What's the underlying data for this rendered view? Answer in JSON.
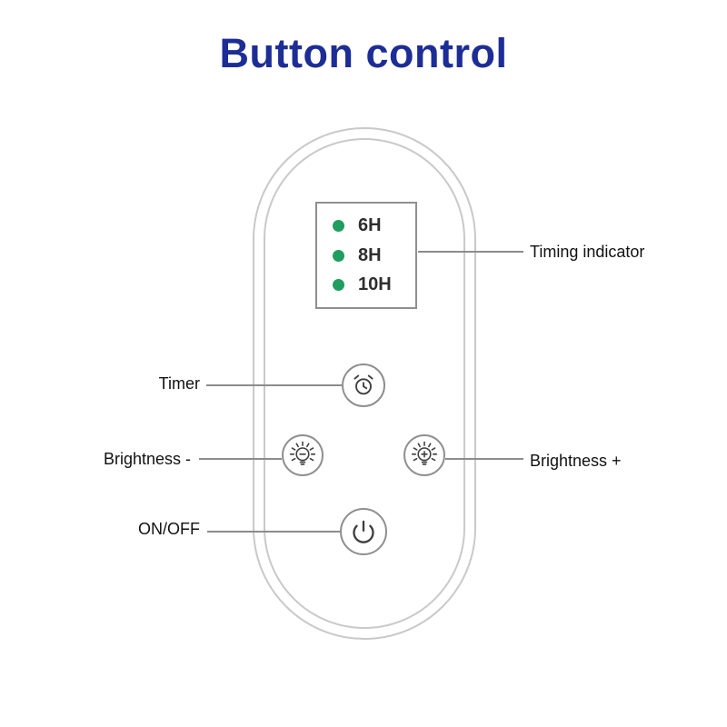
{
  "title": "Button control",
  "colors": {
    "title_blue": "#1d2d96",
    "indicator_green": "#1f9e5f",
    "outline_gray": "#c9c9c9",
    "panel_border_gray": "#8f8f8f",
    "callout_line_gray": "#8c8c8c",
    "icon_dark": "#3f3f3f"
  },
  "display": {
    "rows": [
      {
        "icon": "green-dot",
        "label": "6H"
      },
      {
        "icon": "green-dot",
        "label": "8H"
      },
      {
        "icon": "green-dot",
        "label": "10H"
      }
    ]
  },
  "callouts": {
    "timing_indicator": "Timing indicator",
    "timer": "Timer",
    "brightness_minus": "Brightness -",
    "brightness_plus": "Brightness +",
    "on_off": "ON/OFF"
  },
  "icons": {
    "timer_button": "alarm-clock-icon",
    "brightness_minus_button": "bulb-minus-icon",
    "brightness_plus_button": "bulb-plus-icon",
    "on_off_button": "power-icon"
  }
}
